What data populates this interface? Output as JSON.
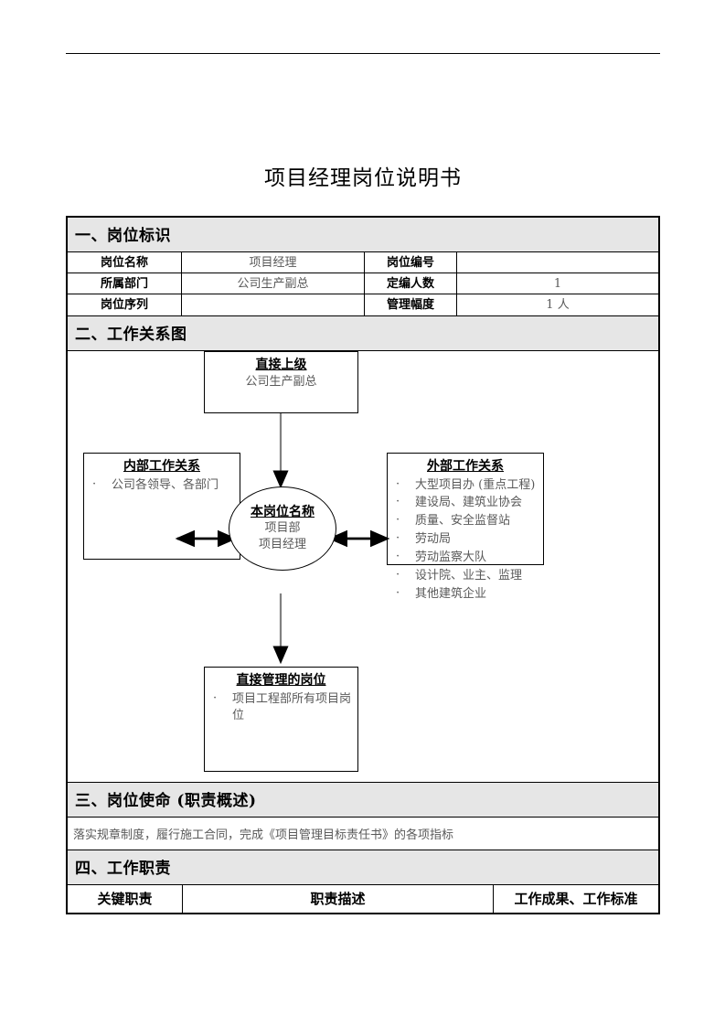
{
  "document": {
    "title": "项目经理岗位说明书"
  },
  "section1": {
    "heading": "一、岗位标识",
    "rows": [
      {
        "label1": "岗位名称",
        "value1": "项目经理",
        "label2": "岗位编号",
        "value2": ""
      },
      {
        "label1": "所属部门",
        "value1": "公司生产副总",
        "label2": "定编人数",
        "value2": "1"
      },
      {
        "label1": "岗位序列",
        "value1": "",
        "label2": "管理幅度",
        "value2": "1 人"
      }
    ]
  },
  "section2": {
    "heading": "二、工作关系图",
    "diagram": {
      "supervisor": {
        "title": "直接上级",
        "sub": "公司生产副总"
      },
      "internal": {
        "title": "内部工作关系",
        "items": [
          "公司各领导、各部门"
        ]
      },
      "self": {
        "title": "本岗位名称",
        "sub_line1": "项目部",
        "sub_line2": "项目经理"
      },
      "external": {
        "title": "外部工作关系",
        "items": [
          "大型项目办 (重点工程)",
          "建设局、建筑业协会",
          "质量、安全监督站",
          "劳动局",
          "劳动监察大队",
          "设计院、业主、监理",
          "其他建筑企业"
        ]
      },
      "subordinates": {
        "title": "直接管理的岗位",
        "items": [
          "项目工程部所有项目岗位"
        ]
      },
      "bullet_char": "·"
    }
  },
  "section3": {
    "heading": "三、岗位使命 (职责概述)",
    "mission": "落实规章制度，履行施工合同，完成《项目管理目标责任书》的各项指标"
  },
  "section4": {
    "heading": "四、工作职责",
    "columns": [
      "关键职责",
      "职责描述",
      "工作成果、工作标准"
    ]
  },
  "colors": {
    "section_bar_bg": "#e6e6e6",
    "border": "#000000",
    "value_text": "#595959",
    "connector": "#808080"
  }
}
